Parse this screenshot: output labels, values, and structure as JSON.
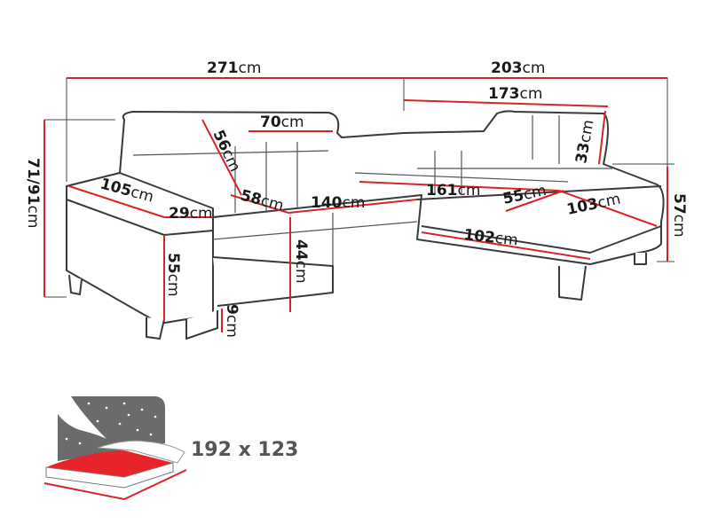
{
  "dimensions": [
    {
      "id": "total-width",
      "value": "271",
      "unit": "cm"
    },
    {
      "id": "corner-width",
      "value": "203",
      "unit": "cm"
    },
    {
      "id": "corner-inner-width",
      "value": "173",
      "unit": "cm"
    },
    {
      "id": "headrest-width",
      "value": "70",
      "unit": "cm"
    },
    {
      "id": "backrest-depth",
      "value": "56",
      "unit": "cm"
    },
    {
      "id": "headrest-height",
      "value": "33",
      "unit": "cm"
    },
    {
      "id": "total-height",
      "value": "71/91",
      "unit": "cm"
    },
    {
      "id": "armrest-length",
      "value": "105",
      "unit": "cm"
    },
    {
      "id": "armrest-width",
      "value": "29",
      "unit": "cm"
    },
    {
      "id": "seat-depth",
      "value": "58",
      "unit": "cm"
    },
    {
      "id": "seat-width",
      "value": "140",
      "unit": "cm"
    },
    {
      "id": "corner-seat-width",
      "value": "161",
      "unit": "cm"
    },
    {
      "id": "corner-seat-depth",
      "value": "55",
      "unit": "cm"
    },
    {
      "id": "chaise-depth",
      "value": "103",
      "unit": "cm"
    },
    {
      "id": "chaise-height",
      "value": "57",
      "unit": "cm"
    },
    {
      "id": "chaise-front-width",
      "value": "102",
      "unit": "cm"
    },
    {
      "id": "armrest-height",
      "value": "55",
      "unit": "cm"
    },
    {
      "id": "seat-height",
      "value": "44",
      "unit": "cm"
    },
    {
      "id": "leg-height",
      "value": "9",
      "unit": "cm"
    }
  ],
  "bed": {
    "size": "192 x 123",
    "icon": "bed-icon"
  },
  "colors": {
    "dimension_line": "#d8232a",
    "outline": "#3a3a3a",
    "bed_red": "#e8232a",
    "bed_gray": "#6b6b6b"
  }
}
